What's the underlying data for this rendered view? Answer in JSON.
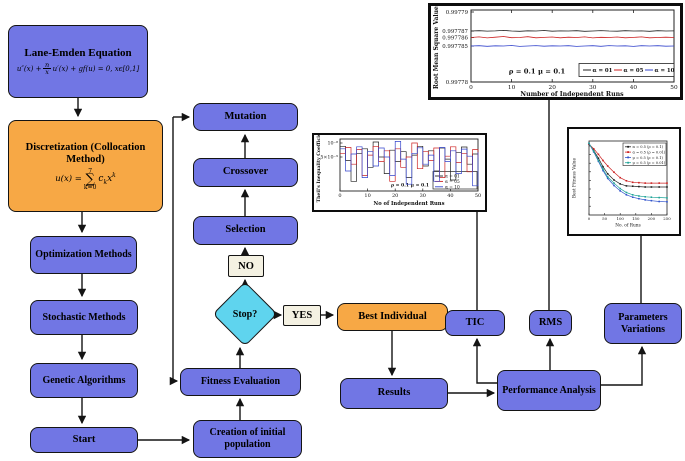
{
  "diagram": {
    "nodes": {
      "lane_emden": {
        "title": "Lane-Emden Equation",
        "f_prefix": "u″(x) +",
        "f_num": "n",
        "f_den": "x",
        "f_suffix": "u′(x) + gf(u) = 0, xϵ[0,1]"
      },
      "discretization": {
        "title": "Discretization (Collocation Method)",
        "f_lhs": "u(x) =",
        "sum_upper": "7",
        "sum_sigma": "∑",
        "sum_lower": "k=0",
        "term_c": "c",
        "term_sub": "k",
        "term_x": "x",
        "term_sup": "k"
      },
      "optimization": {
        "label": "Optimization Methods"
      },
      "stochastic": {
        "label": "Stochastic Methods"
      },
      "genetic": {
        "label": "Genetic Algorithms"
      },
      "start": {
        "label": "Start"
      },
      "mutation": {
        "label": "Mutation"
      },
      "crossover": {
        "label": "Crossover"
      },
      "selection": {
        "label": "Selection"
      },
      "no": {
        "label": "NO"
      },
      "stop": {
        "label": "Stop?"
      },
      "yes": {
        "label": "YES"
      },
      "fitness": {
        "label": "Fitness Evaluation"
      },
      "creation": {
        "label": "Creation of initial population"
      },
      "best_individual": {
        "label": "Best Individual"
      },
      "results": {
        "label": "Results"
      },
      "tic": {
        "label": "TIC"
      },
      "rms": {
        "label": "RMS"
      },
      "params_variations": {
        "label": "Parameters Variations"
      },
      "performance": {
        "label": "Performance Analysis"
      }
    },
    "colors": {
      "node_blue": "#7176e4",
      "node_orange": "#f7a845",
      "decision_cyan": "#5fd4ee",
      "label_beige": "#f4f1e2",
      "line": "#141414"
    }
  },
  "chart_data": [
    {
      "type": "line",
      "title": "",
      "ylabel": "Root Mean Square Values",
      "xlabel": "Number of Independent Runs",
      "xticks": [
        0,
        10,
        20,
        30,
        40,
        50
      ],
      "ytick_labels": [
        "0.99779",
        "0.997787",
        "0.997786",
        "0.997785",
        "0.99778"
      ],
      "ylim": [
        "0.99778",
        "0.99779"
      ],
      "annotation": "ρ = 0.1   μ = 0.1",
      "legend_position": "inside-bottom-right",
      "grid": false,
      "values_unit": "value = 0.99778 + v × 1e-6",
      "x": [
        0,
        2,
        4,
        6,
        8,
        10,
        12,
        14,
        16,
        18,
        20,
        22,
        24,
        26,
        28,
        30,
        32,
        34,
        36,
        38,
        40,
        42,
        44,
        46,
        48,
        50
      ],
      "series": [
        {
          "name": "α = 01",
          "color": "#222222",
          "values_e6": [
            7.0,
            7.05,
            6.98,
            7.02,
            7.1,
            7.0,
            6.95,
            7.03,
            7.0,
            7.08,
            6.97,
            7.02,
            7.0,
            7.05,
            6.96,
            7.0,
            7.06,
            7.0,
            6.97,
            7.04,
            7.0,
            7.02,
            6.96,
            7.05,
            7.0,
            7.02
          ]
        },
        {
          "name": "α = 05",
          "color": "#cc2222",
          "values_e6": [
            6.0,
            6.1,
            5.95,
            6.05,
            6.15,
            5.98,
            6.0,
            6.12,
            5.96,
            6.02,
            6.08,
            5.97,
            6.05,
            6.0,
            6.1,
            5.95,
            6.03,
            6.0,
            6.07,
            5.96,
            6.02,
            6.1,
            5.97,
            6.0,
            6.05,
            6.0
          ]
        },
        {
          "name": "α = 10",
          "color": "#3344cc",
          "values_e6": [
            5.0,
            5.04,
            4.97,
            5.02,
            5.0,
            5.06,
            4.96,
            5.0,
            5.05,
            4.98,
            5.02,
            5.0,
            5.04,
            4.96,
            5.0,
            5.03,
            4.97,
            5.05,
            5.0,
            5.02,
            4.96,
            5.03,
            5.0,
            5.04,
            4.98,
            5.0
          ]
        }
      ]
    },
    {
      "type": "step-line",
      "title": "",
      "ylabel": "Theil's Inequality Coefficient",
      "xlabel": "No of Independent Runs",
      "xticks": [
        0,
        10,
        20,
        30,
        40,
        50
      ],
      "ytick_labels": [
        "10⁻⁸",
        "5×10⁻⁹"
      ],
      "annotation": "ρ = 0.1  μ = 0.1",
      "legend_position": "inside-bottom-right",
      "grid": false,
      "values_unit": "value = v × 1e-9, log scale",
      "x": [
        0,
        2,
        4,
        6,
        8,
        10,
        12,
        14,
        16,
        18,
        20,
        22,
        24,
        26,
        28,
        30,
        32,
        34,
        36,
        38,
        40,
        42,
        44,
        46,
        48,
        50
      ],
      "series": [
        {
          "name": "α = 01",
          "color": "#222222",
          "values_e9": [
            8.5,
            4.2,
            1.5,
            6.0,
            7.5,
            3.0,
            10.5,
            5.0,
            2.2,
            7.0,
            4.0,
            6.5,
            1.8,
            5.5,
            8.5,
            3.2,
            6.8,
            2.5,
            7.8,
            4.5,
            1.6,
            6.2,
            8.2,
            3.5,
            5.8,
            7.0
          ]
        },
        {
          "name": "α = 05",
          "color": "#cc2222",
          "values_e9": [
            6.0,
            8.0,
            3.5,
            7.2,
            2.0,
            5.5,
            8.5,
            4.0,
            6.8,
            1.5,
            7.5,
            3.0,
            5.0,
            10.0,
            2.8,
            6.5,
            4.2,
            7.8,
            1.8,
            5.2,
            8.3,
            3.8,
            6.0,
            2.4,
            7.2,
            4.8
          ]
        },
        {
          "name": "α = 10",
          "color": "#3344cc",
          "values_e9": [
            7.5,
            2.5,
            5.8,
            8.3,
            1.8,
            6.5,
            3.2,
            7.8,
            5.0,
            2.0,
            10.8,
            4.5,
            1.3,
            6.0,
            7.9,
            3.5,
            5.5,
            1.5,
            8.0,
            4.0,
            6.8,
            2.2,
            7.4,
            5.2,
            1.2,
            6.3
          ]
        }
      ]
    },
    {
      "type": "line",
      "title": "",
      "ylabel": "Best Fitness Value",
      "xlabel": "No. of Runs",
      "xticks": [
        0,
        50,
        100,
        150,
        200,
        250
      ],
      "legend_position": "inside-top-right",
      "grid": false,
      "values_unit": "relative fitness (decay curves, log-like axis)",
      "x": [
        0,
        15,
        30,
        45,
        60,
        80,
        100,
        120,
        140,
        160,
        180,
        200,
        225,
        250
      ],
      "series": [
        {
          "name": "α = 0.5 (ρ = 0.1)",
          "color": "#222222",
          "values": [
            9.6,
            8.8,
            7.8,
            6.7,
            5.8,
            5.0,
            4.5,
            4.25,
            4.2,
            4.15,
            4.1,
            4.1,
            4.1,
            4.1
          ]
        },
        {
          "name": "α = 0.5 (ρ = 0.01)",
          "color": "#cc2222",
          "values": [
            9.6,
            9.0,
            8.3,
            7.5,
            6.8,
            6.0,
            5.3,
            4.9,
            4.7,
            4.65,
            4.6,
            4.6,
            4.6,
            4.6
          ]
        },
        {
          "name": "μ = 0.5 (ρ = 0.1)",
          "color": "#3355cc",
          "values": [
            9.7,
            8.6,
            7.4,
            6.2,
            5.2,
            4.3,
            3.6,
            3.1,
            2.8,
            2.6,
            2.45,
            2.35,
            2.25,
            2.2
          ]
        },
        {
          "name": "μ = 0.5 (ρ = 0.01)",
          "color": "#22a599",
          "values": [
            9.7,
            8.7,
            7.5,
            6.4,
            5.4,
            4.6,
            3.9,
            3.4,
            3.1,
            2.95,
            2.85,
            2.8,
            2.75,
            2.7
          ]
        }
      ]
    }
  ]
}
